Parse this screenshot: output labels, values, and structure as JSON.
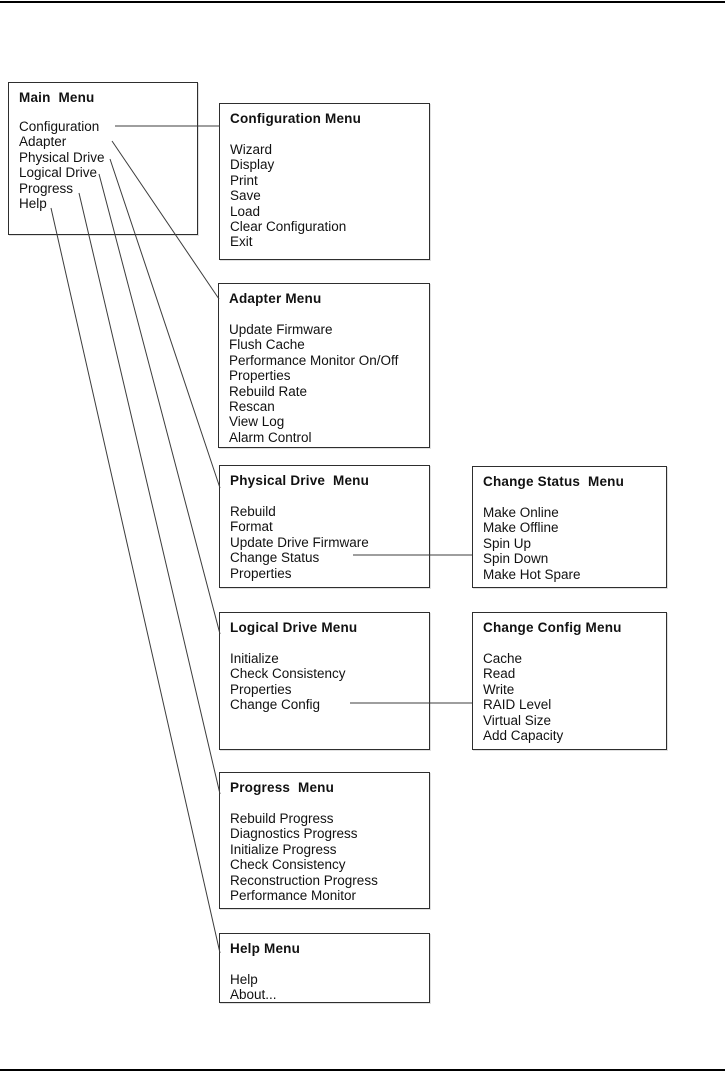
{
  "page": {
    "background": "#ffffff",
    "rule_color": "#000000",
    "line_color": "#3c3c3c"
  },
  "main_menu": {
    "title": "Main  Menu",
    "items": [
      "Configuration",
      "Adapter",
      "Physical Drive",
      "Logical Drive",
      "Progress",
      "Help"
    ]
  },
  "menus": {
    "configuration": {
      "title": "Configuration Menu",
      "items": [
        "Wizard",
        "Display",
        "Print",
        "Save",
        "Load",
        "Clear Configuration",
        "Exit"
      ]
    },
    "adapter": {
      "title": "Adapter Menu",
      "items": [
        "Update Firmware",
        "Flush Cache",
        "Performance Monitor On/Off",
        "Properties",
        "Rebuild Rate",
        "Rescan",
        "View Log",
        "Alarm Control"
      ]
    },
    "physical_drive": {
      "title": "Physical Drive  Menu",
      "items": [
        "Rebuild",
        "Format",
        "Update Drive Firmware",
        "Change Status",
        "Properties"
      ]
    },
    "change_status": {
      "title": "Change Status  Menu",
      "items": [
        "Make Online",
        "Make Offline",
        "Spin Up",
        "Spin Down",
        "Make Hot Spare"
      ]
    },
    "logical_drive": {
      "title": "Logical Drive Menu",
      "items": [
        "Initialize",
        "Check Consistency",
        "Properties",
        "Change Config"
      ]
    },
    "change_config": {
      "title": "Change Config Menu",
      "items": [
        "Cache",
        "Read",
        "Write",
        "RAID Level",
        "Virtual Size",
        "Add Capacity"
      ]
    },
    "progress": {
      "title": "Progress  Menu",
      "items": [
        "Rebuild Progress",
        "Diagnostics Progress",
        "Initialize Progress",
        "Check Consistency",
        "Reconstruction Progress",
        "Performance Monitor"
      ]
    },
    "help": {
      "title": "Help Menu",
      "items": [
        "Help",
        "About..."
      ]
    }
  },
  "connectors": [
    {
      "from": "Main Menu / Configuration",
      "to": "Configuration Menu"
    },
    {
      "from": "Main Menu / Adapter",
      "to": "Adapter Menu"
    },
    {
      "from": "Main Menu / Physical Drive",
      "to": "Physical Drive Menu"
    },
    {
      "from": "Main Menu / Logical Drive",
      "to": "Logical Drive Menu"
    },
    {
      "from": "Main Menu / Progress",
      "to": "Progress Menu"
    },
    {
      "from": "Main Menu / Help",
      "to": "Help Menu"
    },
    {
      "from": "Physical Drive Menu / Change Status",
      "to": "Change Status Menu"
    },
    {
      "from": "Logical Drive Menu / Change Config",
      "to": "Change Config Menu"
    }
  ]
}
